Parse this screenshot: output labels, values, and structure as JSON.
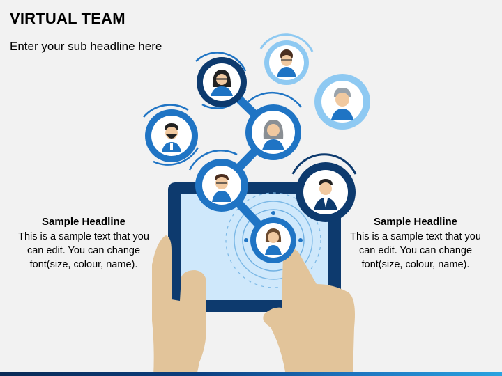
{
  "title": "VIRTUAL TEAM",
  "subtitle": "Enter your sub headline here",
  "left_block": {
    "headline": "Sample Headline",
    "body": "This is a sample text that you can edit. You can change font(size, colour, name)."
  },
  "right_block": {
    "headline": "Sample Headline",
    "body": "This is a sample text that you can edit. You can change font(size, colour, name)."
  },
  "colors": {
    "dark_navy": "#0d3a6e",
    "blue": "#1f74c4",
    "light_blue": "#8ec9f2",
    "tablet_screen": "#cfe8fb",
    "skin": "#e2c49a"
  },
  "nodes": [
    {
      "person": "woman-dark-hair-glasses",
      "style": "dark-ring-arc"
    },
    {
      "person": "woman-ponytail-glasses",
      "style": "light-ring-arc"
    },
    {
      "person": "man-gray-hair",
      "style": "light-filled-ring"
    },
    {
      "person": "man-beard",
      "style": "blue-ring-arcs"
    },
    {
      "person": "woman-gray-hair",
      "style": "blue-ring-arc"
    },
    {
      "person": "man-glasses",
      "style": "blue-ring-arc"
    },
    {
      "person": "man-suit",
      "style": "dark-thick-ring"
    },
    {
      "person": "woman-bob-hair",
      "style": "blue-ring-ripples"
    }
  ]
}
